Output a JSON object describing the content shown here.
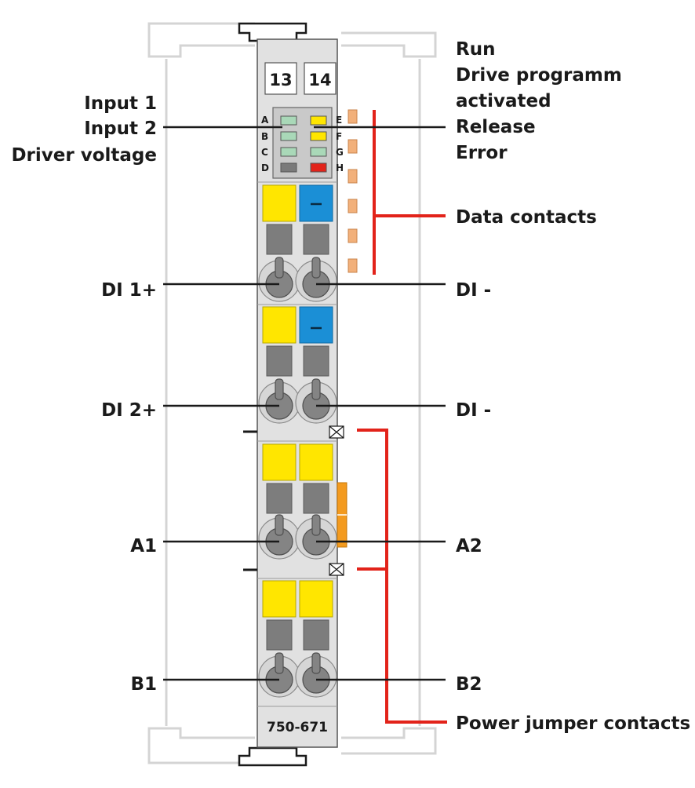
{
  "module": {
    "label_left": "13",
    "label_right": "14",
    "part_number": "750-671"
  },
  "leds": {
    "letters_left": [
      "A",
      "B",
      "C",
      "D"
    ],
    "letters_right": [
      "E",
      "F",
      "G",
      "H"
    ],
    "colors_left": [
      "#a9d8b8",
      "#a9d8b8",
      "#a9d8b8",
      "#7a7a7a"
    ],
    "colors_right": [
      "#ffe600",
      "#ffe600",
      "#a9d8b8",
      "#e2231a"
    ]
  },
  "labels": {
    "right_status": [
      "Run",
      "Drive programm",
      "activated",
      "Release",
      "Error"
    ],
    "left_status": [
      "Input 1",
      "Input 2",
      "Driver voltage"
    ],
    "data_contacts": "Data contacts",
    "di1_plus": "DI 1+",
    "di1_minus": "DI -",
    "di2_plus": "DI 2+",
    "di2_minus": "DI -",
    "a1": "A1",
    "a2": "A2",
    "b1": "B1",
    "b2": "B2",
    "power_jumper": "Power jumper contacts"
  },
  "colors": {
    "callout_red": "#e2231a",
    "release_yellow": "#ffe600",
    "release_blue": "#1b8fd6",
    "power_orange": "#f39a1e"
  }
}
